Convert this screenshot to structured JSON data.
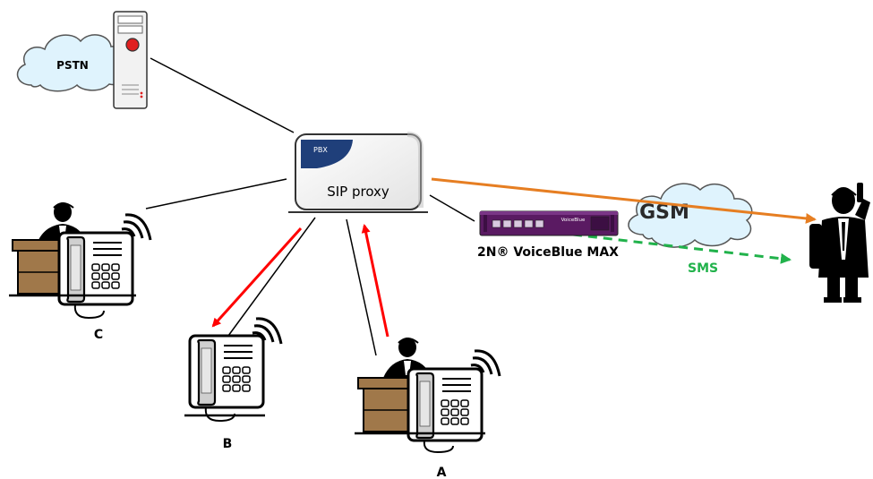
{
  "nodes": {
    "pstn": {
      "label": "PSTN"
    },
    "gsm": {
      "label": "GSM"
    },
    "pbx": {
      "badge": "PBX",
      "label": "SIP proxy"
    },
    "gateway": {
      "brand": "VoiceBlue",
      "label": "2N® VoiceBlue MAX"
    },
    "phone_a": {
      "label": "A"
    },
    "phone_b": {
      "label": "B"
    },
    "phone_c": {
      "label": "C"
    }
  },
  "links": {
    "sms": {
      "label": "SMS"
    }
  },
  "colors": {
    "call_arrow": "#ff0000",
    "gsm_call": "#e67e22",
    "sms": "#21b24b",
    "cloud_fill": "#dff3fd",
    "cloud_stroke": "#555555",
    "pbx_badge": "#1f3f7a",
    "gateway_body": "#5a1a62"
  }
}
